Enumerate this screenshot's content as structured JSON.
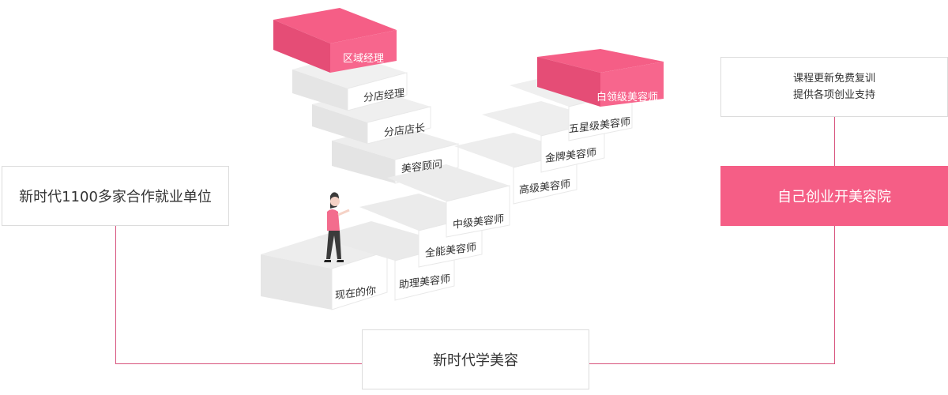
{
  "left_box": {
    "label": "新时代1100多家合作就业单位"
  },
  "bottom_box": {
    "label": "新时代学美容"
  },
  "right_pink_box": {
    "label": "自己创业开美容院"
  },
  "right_top_box": {
    "lines": [
      "课程更新免费复训",
      "提供各项创业支持"
    ]
  },
  "left_stairs": {
    "steps": [
      "现在的你",
      "美容顾问",
      "分店店长",
      "分店经理"
    ],
    "top": "区域经理"
  },
  "right_stairs": {
    "steps": [
      "助理美容师",
      "全能美容师",
      "中级美容师",
      "高级美容师",
      "金牌美容师",
      "五星级美容师"
    ],
    "top": "白领级美容师"
  },
  "colors": {
    "accent": "#f55e86",
    "line": "#d7527c",
    "border": "#dcdcdc"
  }
}
